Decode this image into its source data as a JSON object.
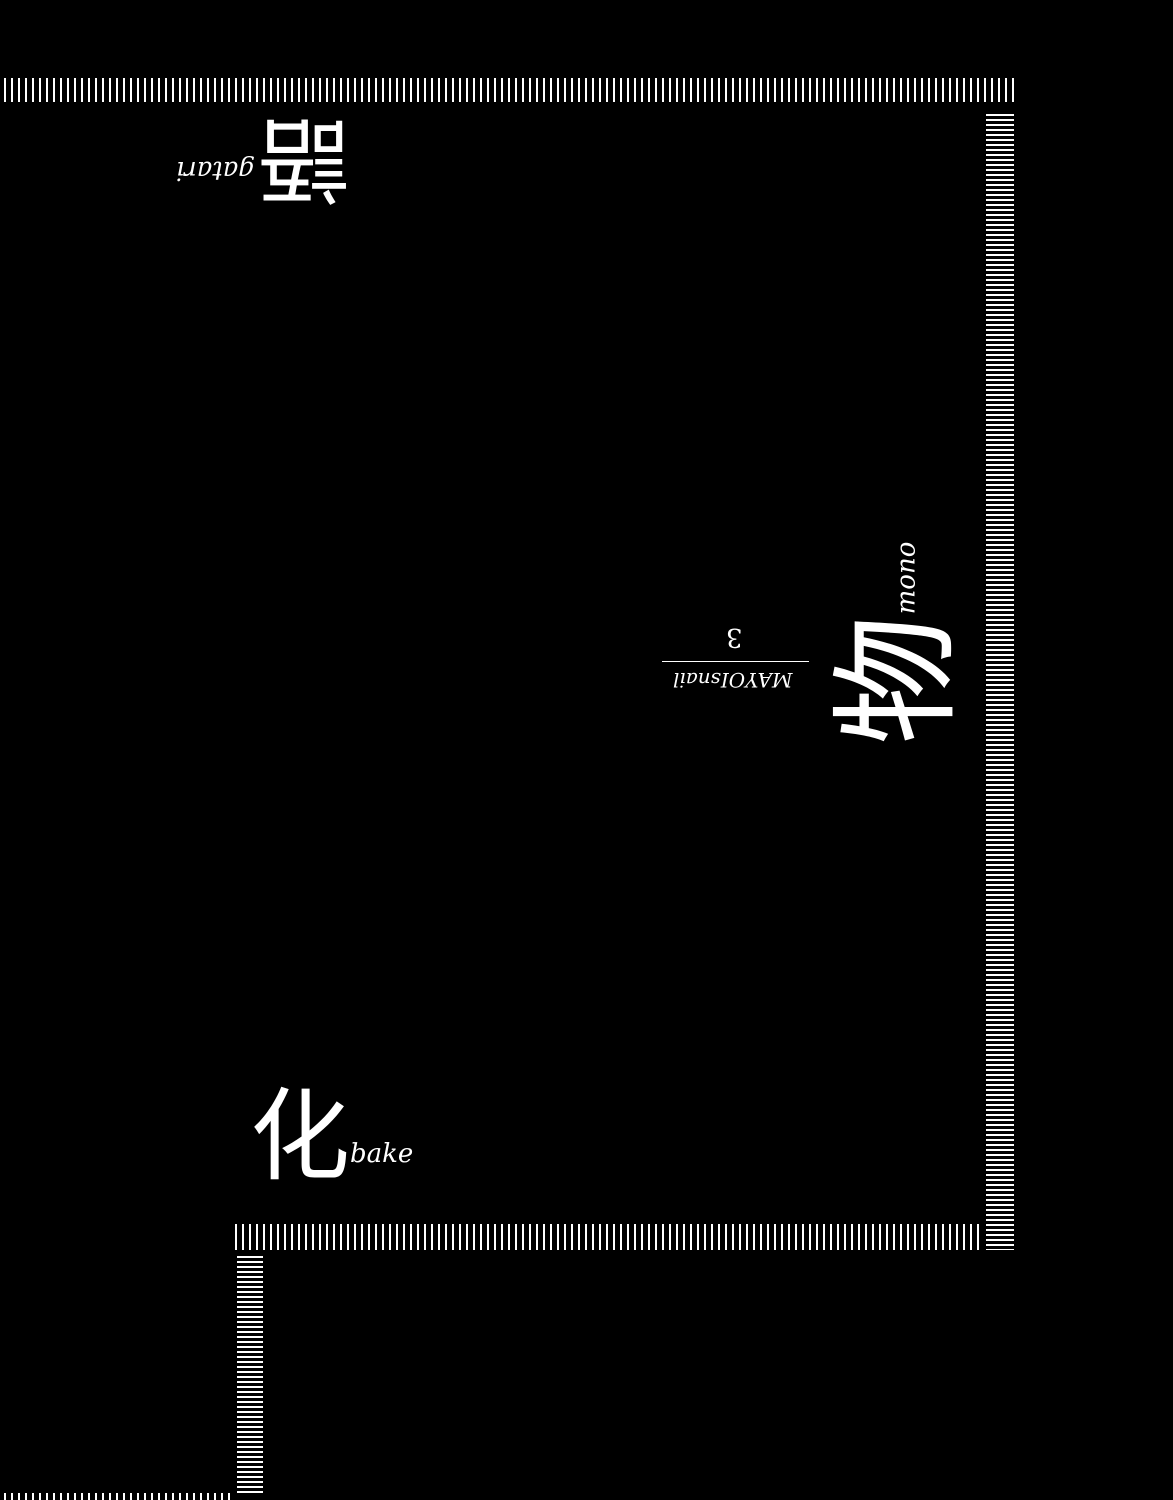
{
  "cover": {
    "top_kanji": "語",
    "top_roman": "gatari",
    "mid_kanji": "物",
    "mid_roman": "mono",
    "bottom_kanji": "化",
    "bottom_roman": "bake",
    "subtitle": "MAYOIsnail",
    "volume": "3"
  },
  "colors": {
    "background": "#000000",
    "foreground": "#ffffff"
  }
}
